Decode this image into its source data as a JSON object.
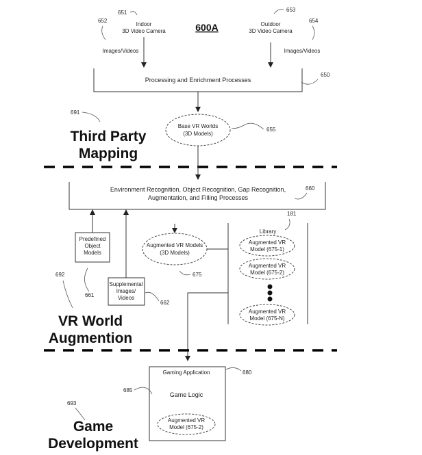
{
  "figure_title": "600A",
  "cameras": {
    "indoor": {
      "ref": "651",
      "line1": "Indoor",
      "line2": "3D Video Camera"
    },
    "outdoor": {
      "ref": "653",
      "line1": "Outdoor",
      "line2": "3D Video Camera"
    }
  },
  "images_videos_left": {
    "ref": "652",
    "label": "Images/Videos"
  },
  "images_videos_right": {
    "ref": "654",
    "label": "Images/Videos"
  },
  "processing": {
    "ref": "650",
    "label": "Processing and Enrichment Processes"
  },
  "base_vr": {
    "ref": "655",
    "line1": "Base VR Worlds",
    "line2": "(3D Models)"
  },
  "section_third_party": {
    "ref": "691",
    "line1": "Third Party",
    "line2": "Mapping"
  },
  "recognition": {
    "ref": "660",
    "line1": "Environment Recognition, Object Recognition, Gap Recognition,",
    "line2": "Augmentation, and Filling Processes"
  },
  "predefined_models": {
    "ref": "661",
    "line1": "Predefined",
    "line2": "Object",
    "line3": "Models"
  },
  "supplemental": {
    "ref": "662",
    "line1": "Supplemental",
    "line2": "Images/",
    "line3": "Videos"
  },
  "augmented_vr": {
    "ref": "675",
    "line1": "Augmented VR Models",
    "line2": "(3D Models)"
  },
  "library": {
    "ref": "181",
    "title": "Library",
    "items": [
      {
        "line1": "Augmented VR",
        "line2": "Model (675-1)"
      },
      {
        "line1": "Augmented VR",
        "line2": "Model (675-2)"
      },
      {
        "line1": "Augmented VR",
        "line2": "Model (675-N)"
      }
    ]
  },
  "section_vr_world": {
    "ref": "692",
    "line1": "VR World",
    "line2": "Augmention"
  },
  "gaming_app": {
    "ref": "680",
    "label": "Gaming Application"
  },
  "game_logic": {
    "ref": "685",
    "label": "Game Logic"
  },
  "gaming_model": {
    "line1": "Augmented VR",
    "line2": "Model (675-2)"
  },
  "section_game_dev": {
    "ref": "693",
    "line1": "Game",
    "line2": "Development"
  }
}
